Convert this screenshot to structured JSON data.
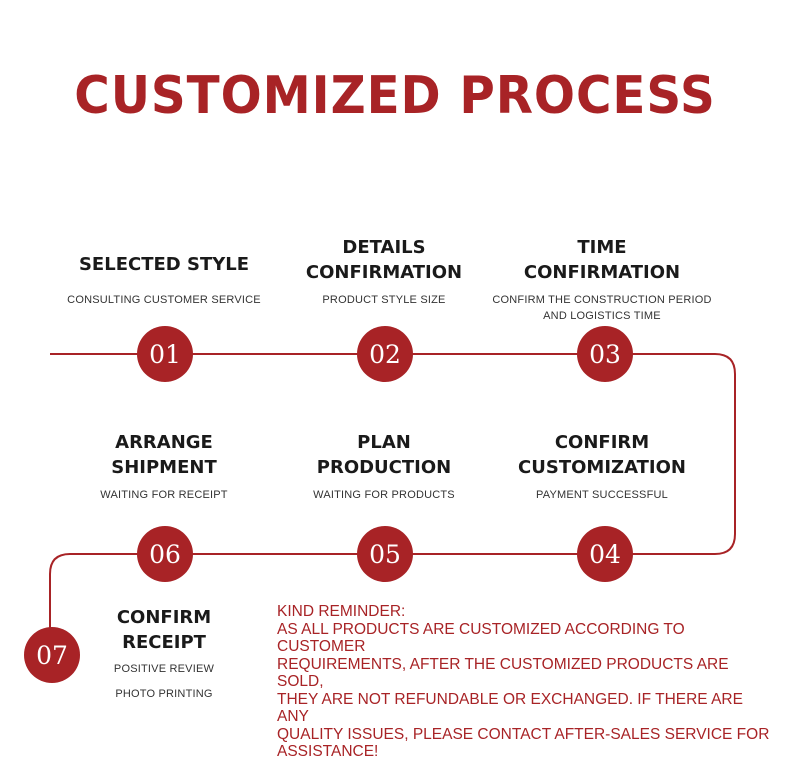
{
  "title": "CUSTOMIZED PROCESS",
  "accent_color": "#a82326",
  "steps": [
    {
      "number": "01",
      "heading": [
        "SELECTED STYLE"
      ],
      "description": [
        "CONSULTING CUSTOMER SERVICE"
      ]
    },
    {
      "number": "02",
      "heading": [
        "DETAILS",
        "CONFIRMATION"
      ],
      "description": [
        "PRODUCT STYLE SIZE"
      ]
    },
    {
      "number": "03",
      "heading": [
        "TIME",
        "CONFIRMATION"
      ],
      "description": [
        "CONFIRM THE CONSTRUCTION PERIOD",
        "AND LOGISTICS TIME"
      ]
    },
    {
      "number": "04",
      "heading": [
        "CONFIRM",
        "CUSTOMIZATION"
      ],
      "description": [
        "PAYMENT SUCCESSFUL"
      ]
    },
    {
      "number": "05",
      "heading": [
        "PLAN",
        "PRODUCTION"
      ],
      "description": [
        "WAITING FOR PRODUCTS"
      ]
    },
    {
      "number": "06",
      "heading": [
        "ARRANGE",
        "SHIPMENT"
      ],
      "description": [
        "WAITING FOR RECEIPT"
      ]
    },
    {
      "number": "07",
      "heading": [
        "CONFIRM",
        "RECEIPT"
      ],
      "description": [
        "POSITIVE REVIEW",
        "PHOTO PRINTING"
      ]
    }
  ],
  "reminder": {
    "title": "KIND REMINDER:",
    "lines": [
      "AS ALL PRODUCTS ARE CUSTOMIZED ACCORDING TO CUSTOMER",
      "REQUIREMENTS, AFTER THE CUSTOMIZED PRODUCTS ARE SOLD,",
      "THEY ARE NOT REFUNDABLE OR EXCHANGED. IF THERE ARE ANY",
      "QUALITY ISSUES, PLEASE CONTACT AFTER-SALES SERVICE FOR",
      "ASSISTANCE!"
    ]
  }
}
